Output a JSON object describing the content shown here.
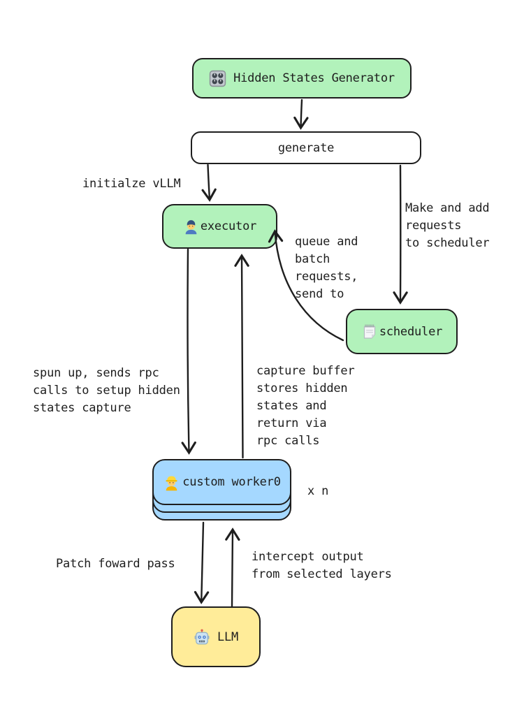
{
  "canvas": {
    "background": "#ffffff",
    "stroke_color": "#1e1e1e",
    "fill_green": "#b2f2bb",
    "fill_blue": "#a5d8ff",
    "fill_yellow": "#ffec99"
  },
  "nodes": {
    "generator": {
      "label": "Hidden States Generator",
      "icon": "control-knobs-icon",
      "fill": "#b2f2bb"
    },
    "generate": {
      "label": "generate",
      "fill": "#ffffff"
    },
    "executor": {
      "label": "executor",
      "icon": "factory-worker-icon",
      "fill": "#b2f2bb"
    },
    "scheduler": {
      "label": "scheduler",
      "icon": "spiral-notepad-icon",
      "fill": "#b2f2bb"
    },
    "worker": {
      "label": "custom worker0",
      "icon": "construction-worker-icon",
      "fill": "#a5d8ff",
      "multiplier_label": "x n",
      "stack_count": 3
    },
    "llm": {
      "label": "LLM",
      "icon": "robot-icon",
      "fill": "#ffec99"
    }
  },
  "edge_labels": {
    "initialize_vllm": "initialze vLLM",
    "make_requests": "Make and add\nrequests\nto scheduler",
    "queue_batch": "queue and\nbatch\nrequests,\nsend to",
    "spun_up": "spun up, sends rpc\ncalls to setup hidden\nstates capture",
    "capture_buffer": "capture buffer\nstores hidden\nstates and\nreturn via\nrpc calls",
    "patch_forward": "Patch foward pass",
    "intercept_output": "intercept output\nfrom selected layers"
  }
}
